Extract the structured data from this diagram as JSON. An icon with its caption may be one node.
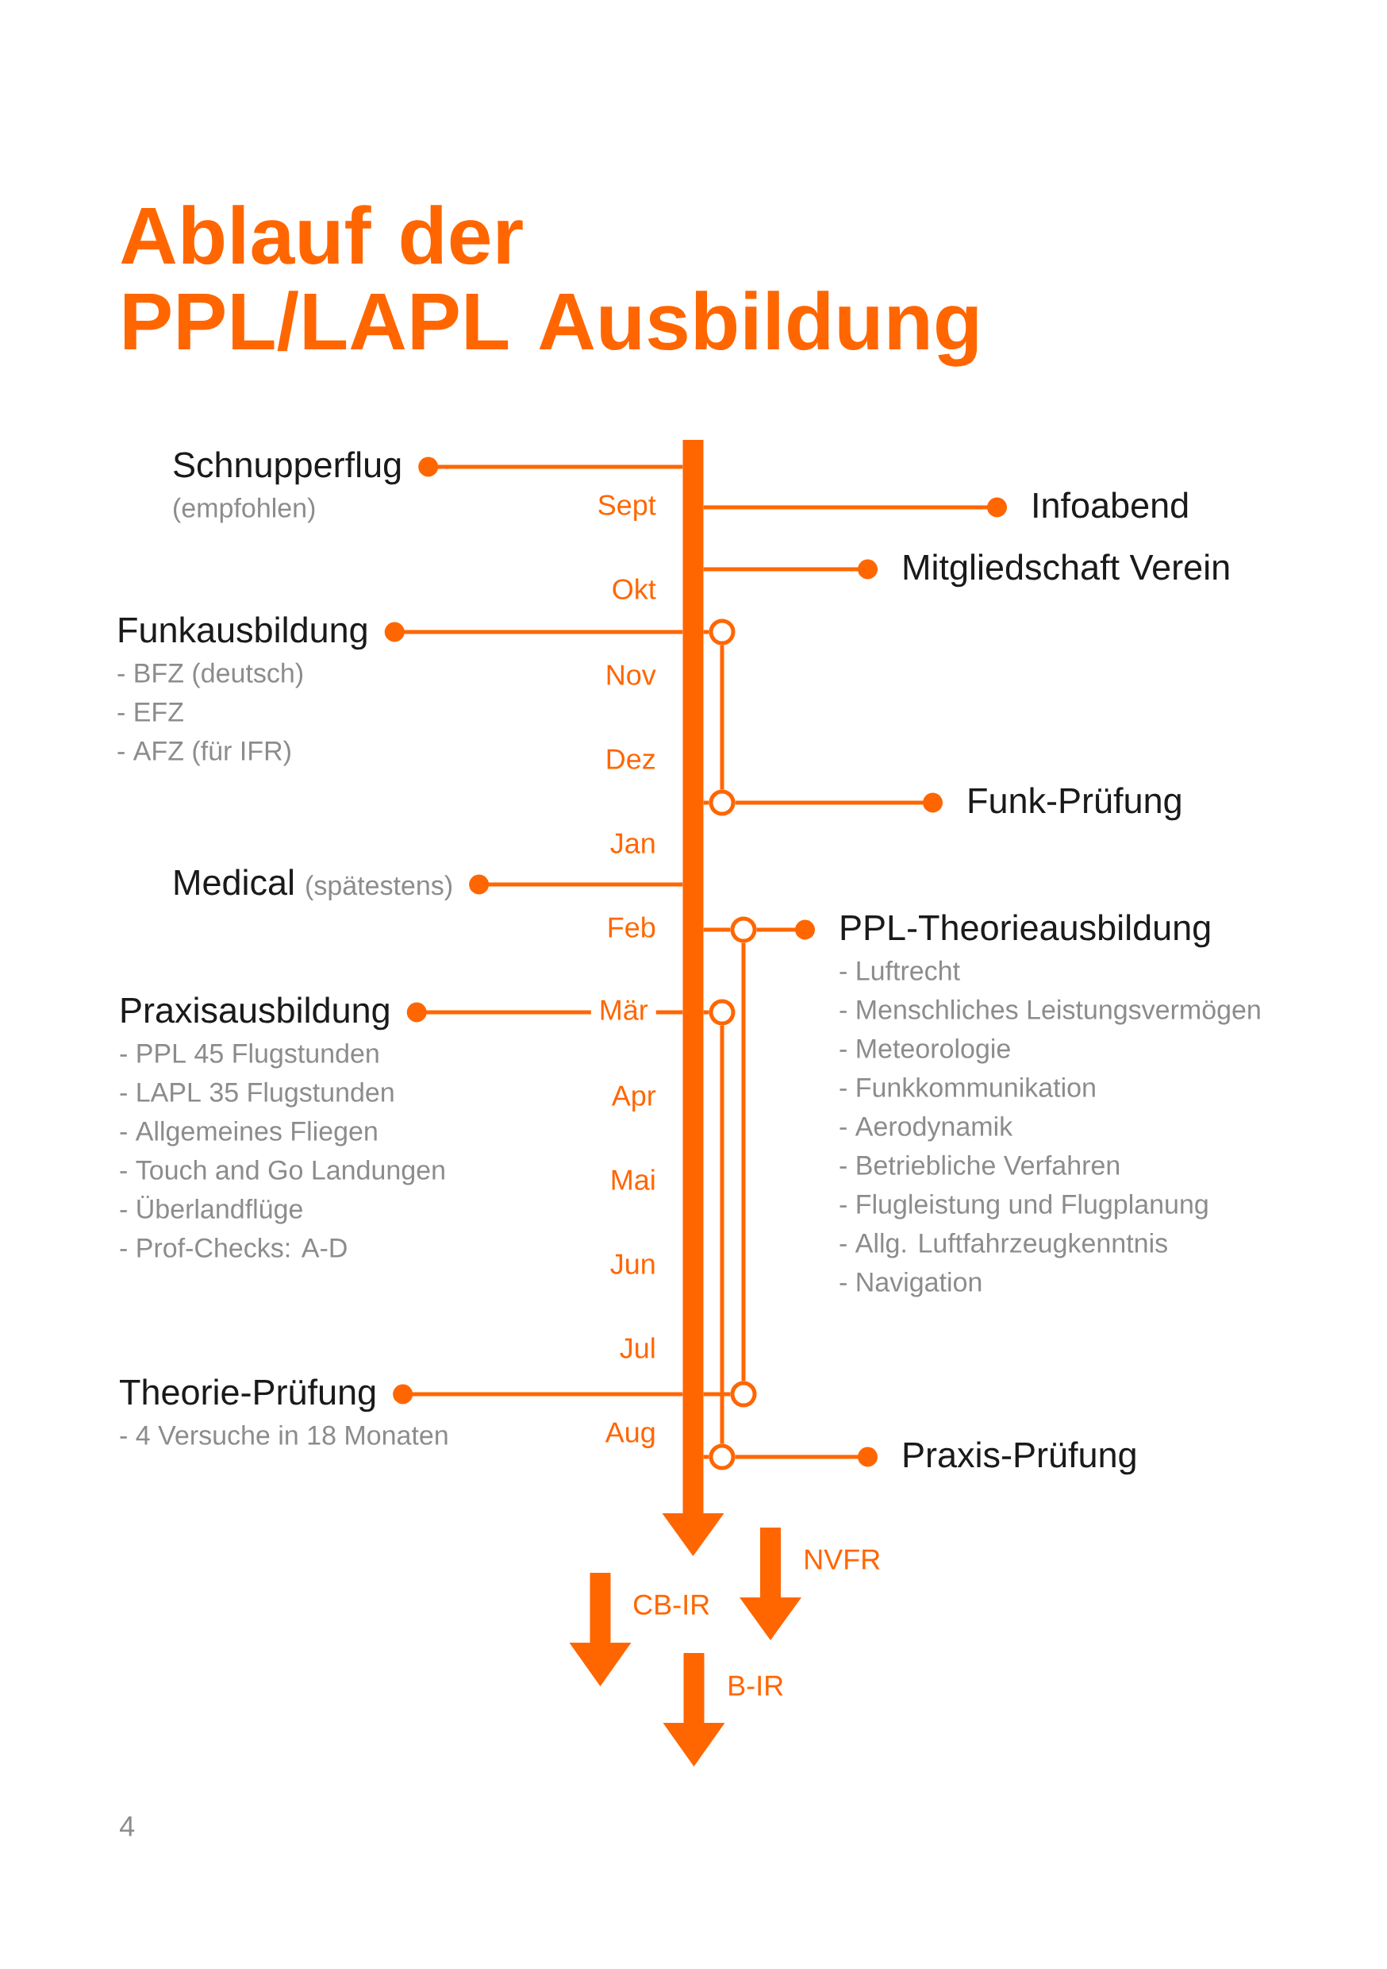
{
  "diagram": {
    "title": "Ablauf der PPL/LAPL Ausbildung",
    "nodes": [
      {
        "text": [],
        "shape": "bar"
      },
      {
        "text": [
          "Schnupperflug",
          "(empfohlen)"
        ]
      },
      {
        "text": [
          "Infoabend"
        ]
      },
      {
        "text": [
          "Mitgliedschaft Verein"
        ]
      },
      {
        "text": [
          "Funkausbildung",
          "- BFZ (deutsch)",
          "- EFZ",
          "- AFZ (für IFR)"
        ]
      },
      {
        "text": [
          "Funk-Prüfung"
        ]
      },
      {
        "text": [
          "Medical",
          "(spätestens)"
        ]
      },
      {
        "text": [
          "PPL-Theorieausbildung",
          "- Luftrecht",
          "- Menschliches Leistungsvermögen",
          "- Meteorologie",
          "- Funkkommunikation",
          "- Aerodynamik",
          "- Betriebliche Verfahren",
          "- Flugleistung und Flugplanung",
          "- Allg. Luftfahrzeugkenntnis",
          "- Navigation"
        ]
      },
      {
        "text": [
          "Praxisausbildung",
          "- PPL 45 Flugstunden",
          "- LAPL 35 Flugstunden",
          "- Allgemeines Fliegen",
          "- Touch and Go Landungen",
          "- Überlandflüge",
          "- Prof-Checks: A-D"
        ]
      },
      {
        "text": [
          "Theorie-Prüfung",
          "- 4 Versuche in 18 Monaten"
        ]
      },
      {
        "text": [
          "Praxis-Prüfung"
        ]
      },
      {
        "text": [],
        "shape": "circle"
      },
      {
        "text": [],
        "shape": "circle"
      },
      {
        "text": [],
        "shape": "circle"
      },
      {
        "text": [],
        "shape": "circle"
      },
      {
        "text": [],
        "shape": "circle"
      },
      {
        "text": [],
        "shape": "circle"
      }
    ],
    "edges": [
      {
        "from": 1,
        "to": 0,
        "arrow": "other"
      },
      {
        "from": 2,
        "to": 0,
        "arrow": "other"
      },
      {
        "from": 3,
        "to": 0,
        "arrow": "other"
      },
      {
        "from": 4,
        "to": 0,
        "arrow": "other"
      },
      {
        "from": 0,
        "to": 11,
        "arrow": "none"
      },
      {
        "from": 11,
        "to": 12,
        "arrow": "none"
      },
      {
        "from": 5,
        "to": 12,
        "arrow": "other"
      },
      {
        "from": 12,
        "to": 0,
        "arrow": "none"
      },
      {
        "from": 6,
        "to": 0,
        "arrow": "other"
      },
      {
        "from": 7,
        "to": 13,
        "arrow": "other"
      },
      {
        "from": 13,
        "to": 0,
        "arrow": "none"
      },
      {
        "from": 8,
        "to": 0,
        "arrow": "other"
      },
      {
        "from": 0,
        "to": 14,
        "arrow": "none"
      },
      {
        "from": 13,
        "to": 15,
        "arrow": "none"
      },
      {
        "from": 14,
        "to": 16,
        "arrow": "none"
      },
      {
        "from": 9,
        "to": 0,
        "arrow": "other"
      },
      {
        "from": 0,
        "to": 15,
        "arrow": "none"
      },
      {
        "from": 10,
        "to": 16,
        "arrow": "other"
      },
      {
        "from": 16,
        "to": 0,
        "arrow": "none"
      }
    ],
    "labels": [
      "Sept",
      "Okt",
      "Nov",
      "Dez",
      "Jan",
      "Feb",
      "Mär",
      "Apr",
      "Mai",
      "Jun",
      "Jul",
      "Aug",
      "NVFR",
      "CB-IR",
      "B-IR",
      "4"
    ]
  }
}
